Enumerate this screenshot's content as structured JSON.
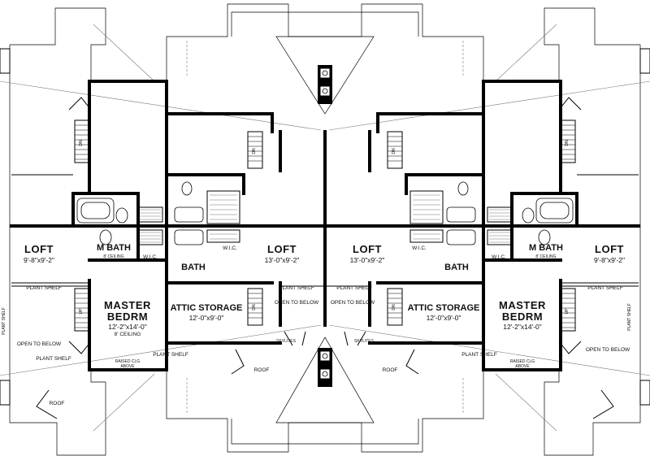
{
  "rooms": {
    "loft_outer": {
      "name": "LOFT",
      "dim": "9'-8\"x9'-2\""
    },
    "loft_inner": {
      "name": "LOFT",
      "dim": "13'-0\"x9'-2\""
    },
    "m_bath": {
      "name": "M BATH",
      "note": "8' CEILING"
    },
    "bath": {
      "name": "BATH"
    },
    "wic": {
      "name": "W.I.C."
    },
    "master": {
      "name_line1": "MASTER",
      "name_line2": "BEDRM",
      "dim": "12'-2\"x14'-0\"",
      "note": "8' CEILING"
    },
    "attic": {
      "name": "ATTIC STORAGE",
      "dim": "12'-0\"x9'-0\""
    }
  },
  "notes": {
    "plant_shelf": "PLANT SHELF",
    "open_to_below": "OPEN TO BELOW",
    "skylites": "SKYLITES",
    "roof": "ROOF",
    "raised_clg_line1": "RAISED CLG",
    "raised_clg_line2": "ABOVE",
    "up": "UP",
    "dn": "DN"
  }
}
